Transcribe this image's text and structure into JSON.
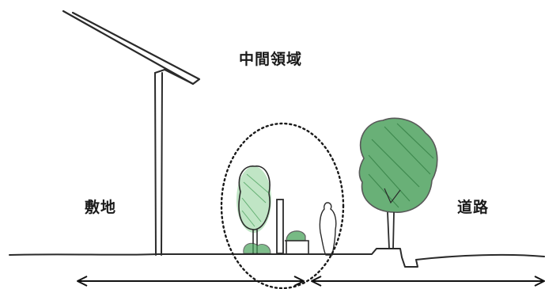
{
  "labels": {
    "intermediate_area": "中間領域",
    "site": "敷地",
    "road": "道路"
  },
  "colors": {
    "line": "#2a2a2a",
    "foliage": "#3f9a52",
    "foliage_light": "#8ccf95",
    "accent": "#4aa35c"
  }
}
